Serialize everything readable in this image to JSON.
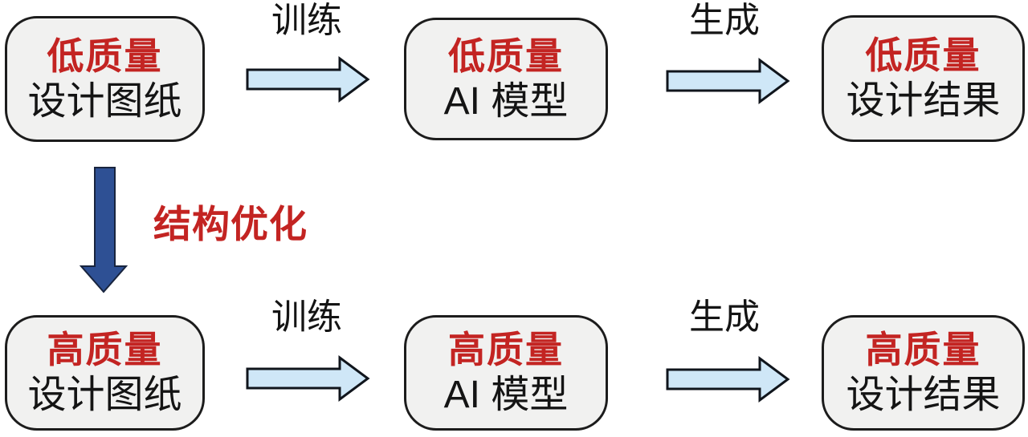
{
  "colors": {
    "box_fill": "#f1f1f0",
    "box_border": "#1c1c1c",
    "quality_text_red": "#c32422",
    "body_text_black": "#141414",
    "horizontal_arrow_fill": "#cfe7f7",
    "horizontal_arrow_stroke": "#10151c",
    "vertical_arrow_fill": "#2e5094",
    "vertical_arrow_stroke": "#18243e"
  },
  "diagram": {
    "top_row": {
      "boxes": [
        {
          "quality": "低质量",
          "label": "设计图纸"
        },
        {
          "quality": "低质量",
          "label": "AI 模型"
        },
        {
          "quality": "低质量",
          "label": "设计结果"
        }
      ],
      "arrows": [
        {
          "label": "训练"
        },
        {
          "label": "生成"
        }
      ]
    },
    "vertical_arrow": {
      "label": "结构优化"
    },
    "bottom_row": {
      "boxes": [
        {
          "quality": "高质量",
          "label": "设计图纸"
        },
        {
          "quality": "高质量",
          "label": "AI 模型"
        },
        {
          "quality": "高质量",
          "label": "设计结果"
        }
      ],
      "arrows": [
        {
          "label": "训练"
        },
        {
          "label": "生成"
        }
      ]
    }
  }
}
